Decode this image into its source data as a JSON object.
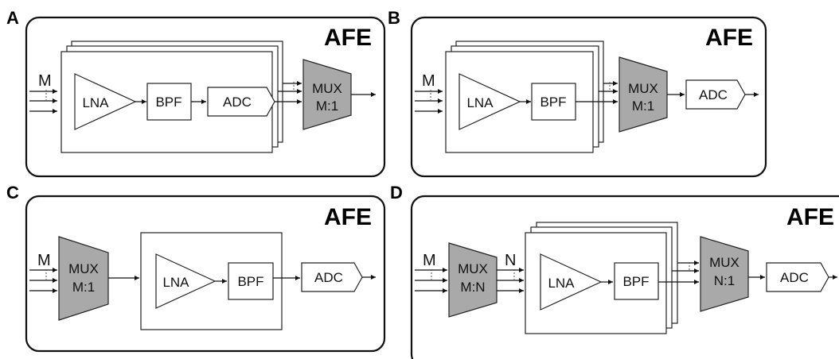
{
  "panels": {
    "A": {
      "letter": "A",
      "title": "AFE",
      "input_label": "M",
      "lna": "LNA",
      "bpf": "BPF",
      "adc": "ADC",
      "mux": {
        "line1": "MUX",
        "line2": "M:1"
      }
    },
    "B": {
      "letter": "B",
      "title": "AFE",
      "input_label": "M",
      "lna": "LNA",
      "bpf": "BPF",
      "adc": "ADC",
      "mux": {
        "line1": "MUX",
        "line2": "M:1"
      }
    },
    "C": {
      "letter": "C",
      "title": "AFE",
      "input_label": "M",
      "lna": "LNA",
      "bpf": "BPF",
      "adc": "ADC",
      "mux": {
        "line1": "MUX",
        "line2": "M:1"
      }
    },
    "D": {
      "letter": "D",
      "title": "AFE",
      "input_label": "M",
      "mid_label": "N",
      "lna": "LNA",
      "bpf": "BPF",
      "adc": "ADC",
      "mux1": {
        "line1": "MUX",
        "line2": "M:N"
      },
      "mux2": {
        "line1": "MUX",
        "line2": "N:1"
      }
    }
  },
  "colors": {
    "mux_fill": "#a9a9a9",
    "stroke": "#222222"
  }
}
